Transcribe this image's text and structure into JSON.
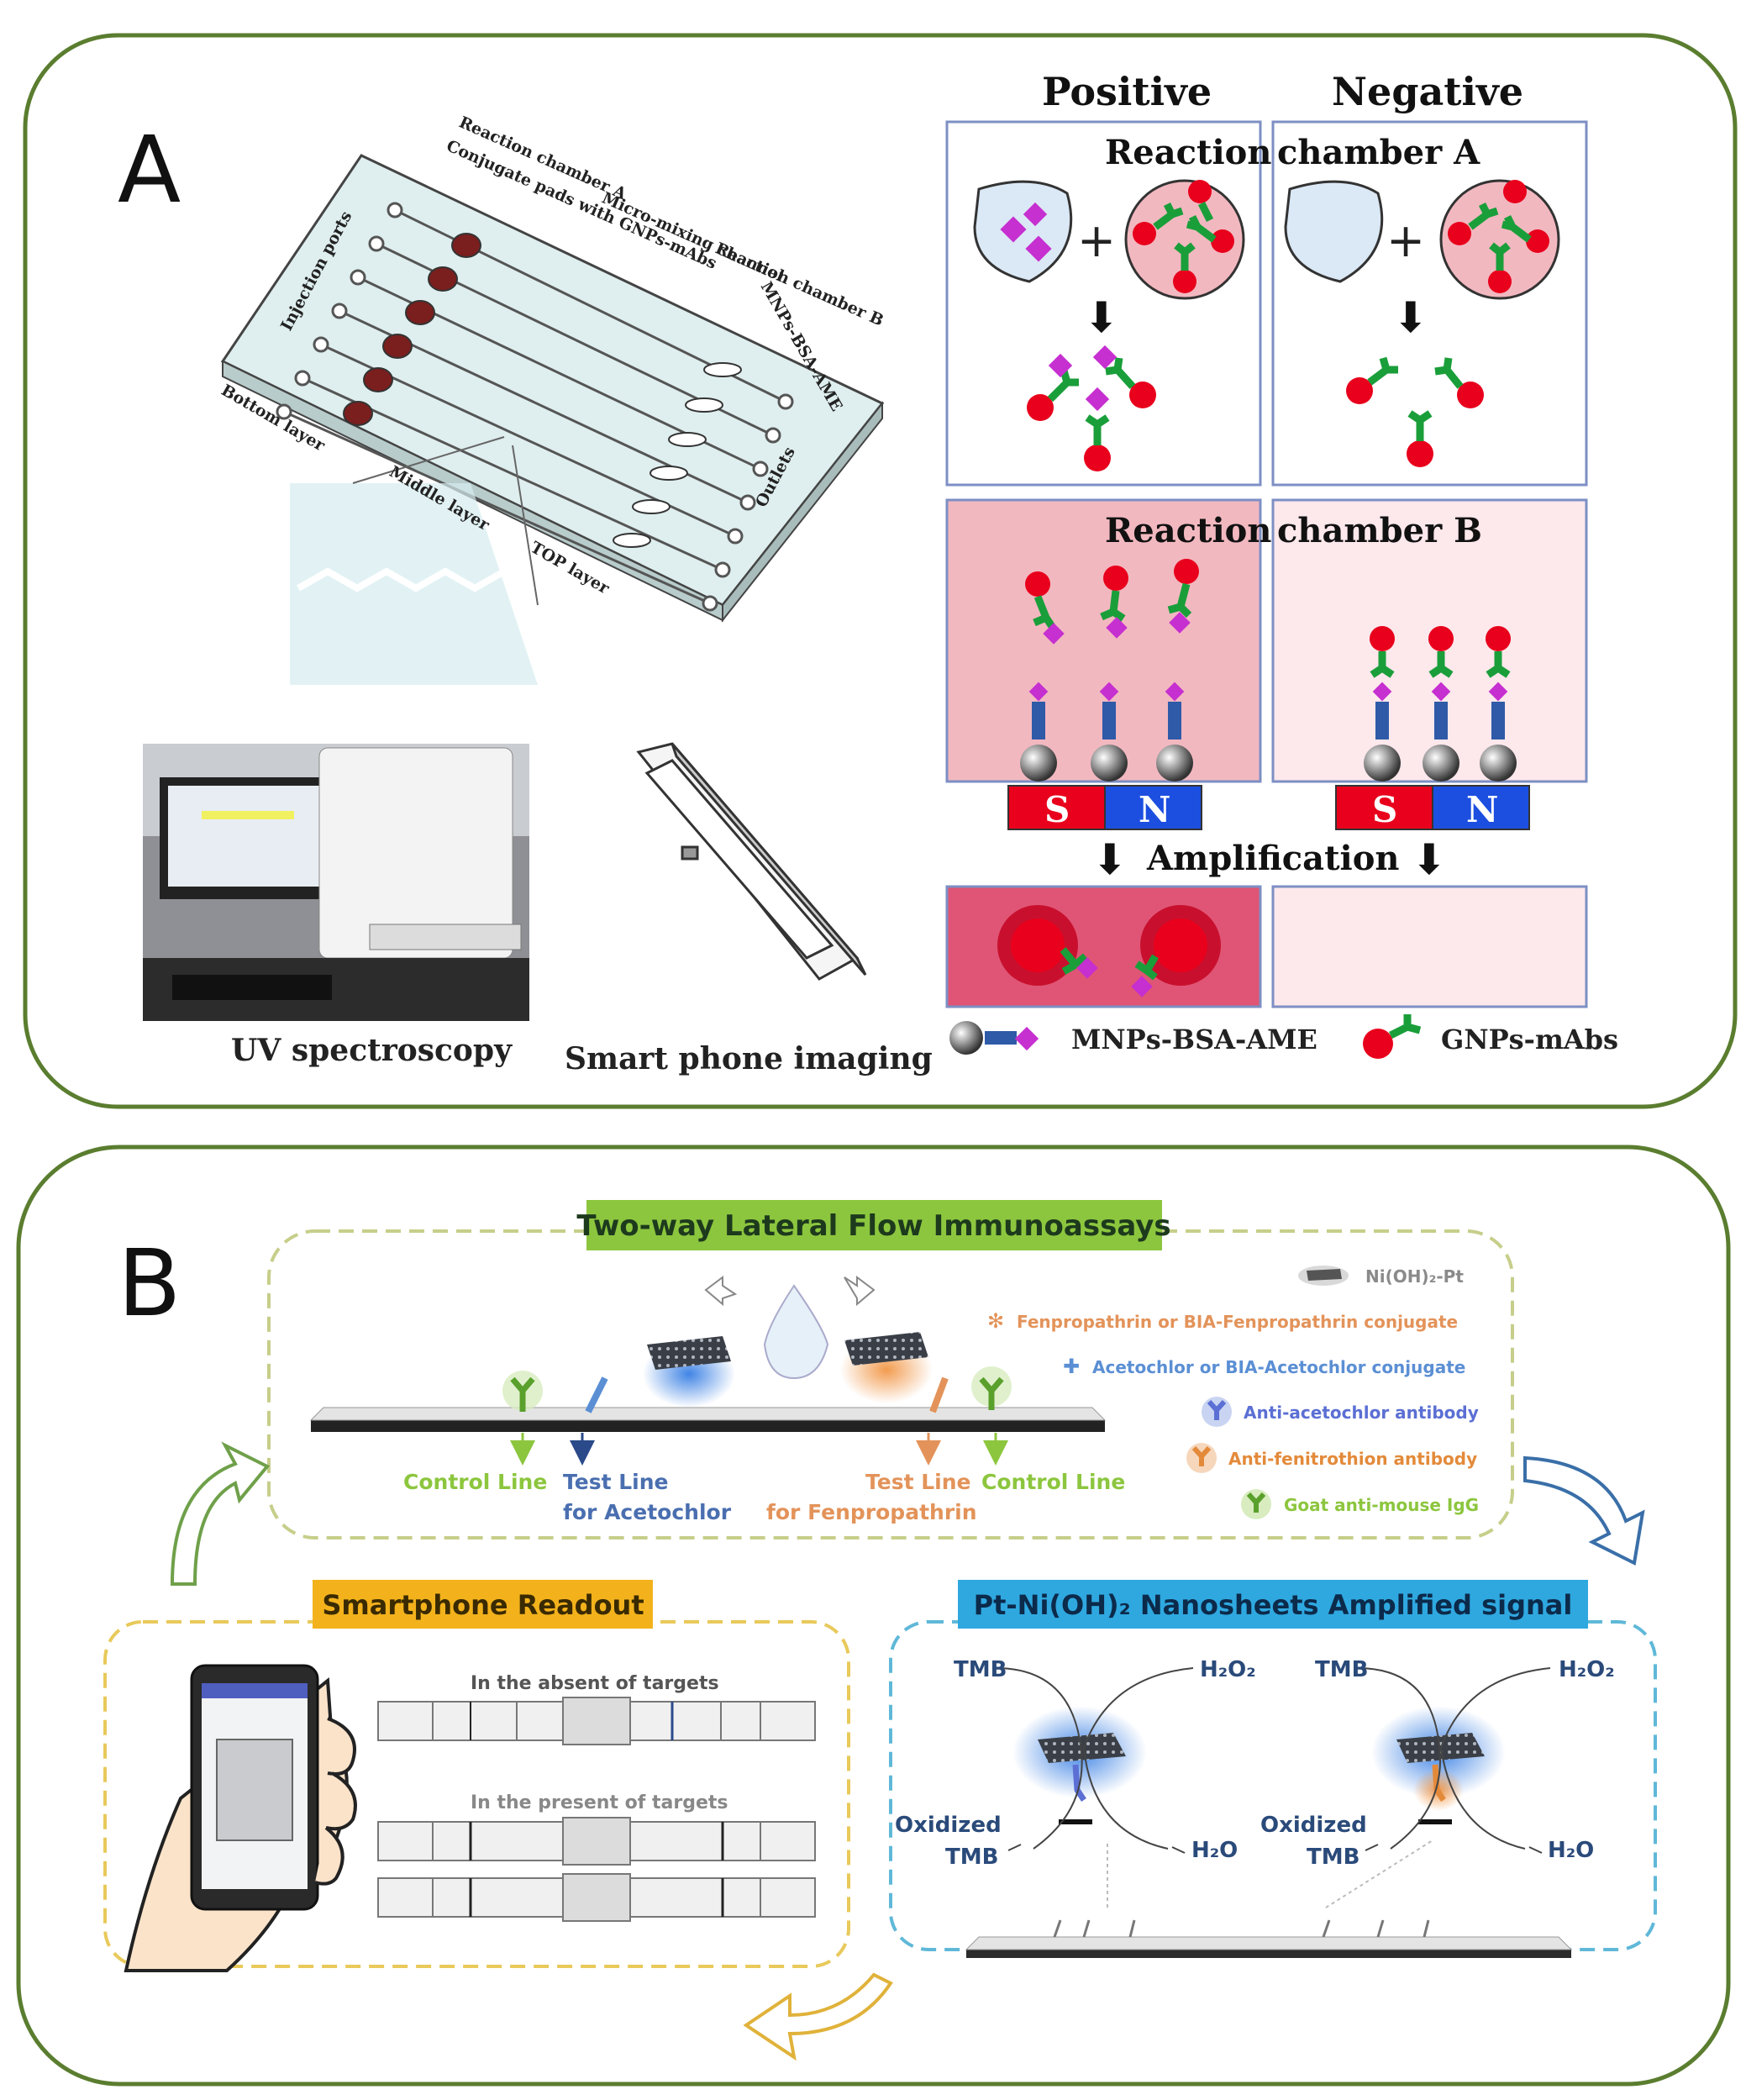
{
  "panelA": {
    "label": "A",
    "device_labels": {
      "chamberA": "Reaction chamber A",
      "pads": "Conjugate pads with GNPs-mAbs",
      "mixing": "Micro-mixing channel",
      "chamberB": "Reaction chamber B",
      "mnps": "MNPs-BSA-AME",
      "ports": "Injection ports",
      "outlets": "Outlets",
      "bottom": "Bottom layer",
      "middle": "Middle layer",
      "top": "TOP layer"
    },
    "uv_caption": "UV spectroscopy",
    "phone_caption": "Smart phone imaging",
    "col_positive": "Positive",
    "col_negative": "Negative",
    "chamberA_left": "Reaction",
    "chamberA_right": "chamber A",
    "chamberB_left": "Reaction",
    "chamberB_right": "chamber B",
    "magnet_s": "S",
    "magnet_n": "N",
    "amplification": "Amplification",
    "legend_mnps": "MNPs-BSA-AME",
    "legend_gnps": "GNPs-mAbs",
    "colors": {
      "border": "#5a7d2f",
      "box": "#7d8fc4",
      "pink": "#f2b8c0",
      "red": "#e8001c",
      "green": "#1a9e3a",
      "magenta": "#c62fd0"
    }
  },
  "panelB": {
    "label": "B",
    "lfa_title": "Two-way Lateral Flow Immunoassays",
    "legend": [
      {
        "text": "Ni(OH)₂-Pt",
        "color": "#8a8a8a"
      },
      {
        "text": "Fenpropathrin or BIA-Fenpropathrin conjugate",
        "color": "#e3935a"
      },
      {
        "text": "Acetochlor or BIA-Acetochlor conjugate",
        "color": "#5b8fd4"
      },
      {
        "text": "Anti-acetochlor antibody",
        "color": "#5b6fd4"
      },
      {
        "text": "Anti-fenitrothion antibody",
        "color": "#e38a3a"
      },
      {
        "text": "Goat anti-mouse IgG",
        "color": "#8cc63e"
      }
    ],
    "control_line_1": "Control Line",
    "test_line_1a": "Test Line",
    "test_line_1b": "for Acetochlor",
    "test_line_2a": "Test Line",
    "test_line_2b": "for Fenpropathrin",
    "control_line_2": "Control Line",
    "readout_title": "Smartphone Readout",
    "absent": "In the absent of targets",
    "present": "In the present of targets",
    "amplified_title": "Pt-Ni(OH)₂ Nanosheets Amplified signal",
    "tmb": "TMB",
    "h2o2": "H₂O₂",
    "oxidized": "Oxidized",
    "h2o": "H₂O",
    "colors": {
      "border": "#5a7d2f",
      "green_title": "#8cc63e",
      "orange_title": "#f3b21c",
      "blue_title": "#2fa8e0"
    }
  }
}
